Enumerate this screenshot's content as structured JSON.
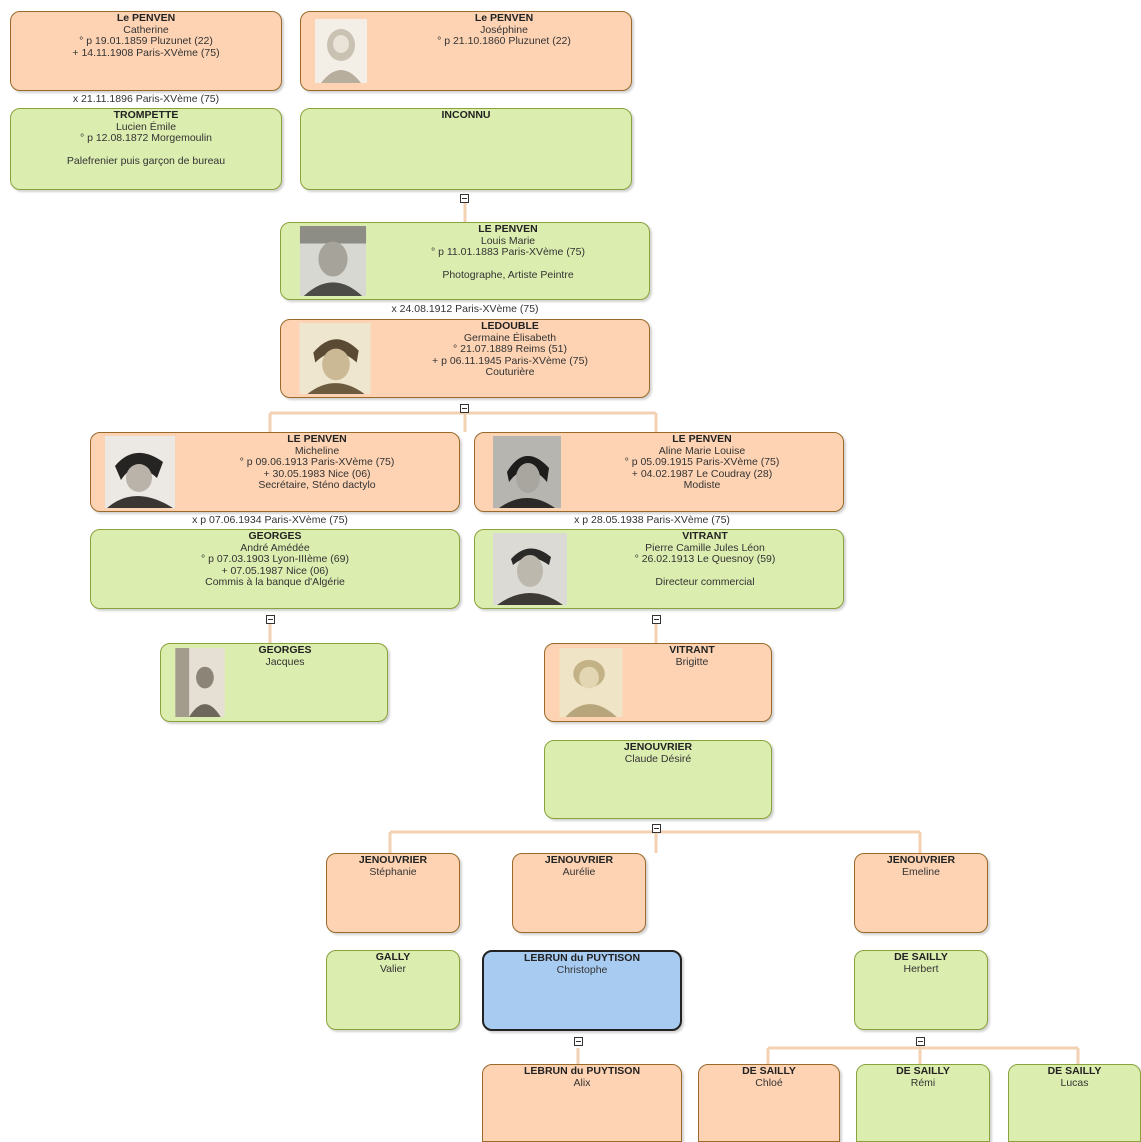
{
  "persons": [
    {
      "id": "catherine",
      "sex": "female",
      "surname": "Le PENVEN",
      "given": "Catherine",
      "details": [
        "° p 19.01.1859 Pluzunet (22)",
        "+ 14.11.1908 Paris-XVème (75)"
      ],
      "photo": false
    },
    {
      "id": "josephine",
      "sex": "female",
      "surname": "Le PENVEN",
      "given": "Joséphine",
      "details": [
        "° p 21.10.1860 Pluzunet (22)"
      ],
      "photo": true
    },
    {
      "id": "lucien",
      "sex": "male",
      "surname": "TROMPETTE",
      "given": "Lucien Émile",
      "details": [
        "° p 12.08.1872 Morgemoulin",
        "",
        "Palefrenier puis garçon de bureau"
      ],
      "photo": false
    },
    {
      "id": "inconnu",
      "sex": "male",
      "surname": "INCONNU",
      "given": "",
      "details": [],
      "photo": false
    },
    {
      "id": "louis",
      "sex": "male",
      "surname": "LE PENVEN",
      "given": "Louis Marie",
      "details": [
        "° p 11.01.1883 Paris-XVème (75)",
        "",
        "Photographe, Artiste Peintre"
      ],
      "photo": true
    },
    {
      "id": "germaine",
      "sex": "female",
      "surname": "LEDOUBLE",
      "given": "Germaine Élisabeth",
      "details": [
        "° 21.07.1889 Reims (51)",
        "+ p 06.11.1945 Paris-XVème (75)",
        "Couturière"
      ],
      "photo": true
    },
    {
      "id": "micheline",
      "sex": "female",
      "surname": "LE PENVEN",
      "given": "Micheline",
      "details": [
        "° p 09.06.1913 Paris-XVème (75)",
        "+ 30.05.1983 Nice (06)",
        "Secrétaire, Sténo dactylo"
      ],
      "photo": true
    },
    {
      "id": "aline",
      "sex": "female",
      "surname": "LE PENVEN",
      "given": "Aline Marie Louise",
      "details": [
        "° p 05.09.1915 Paris-XVème (75)",
        "+ 04.02.1987 Le Coudray (28)",
        "Modiste"
      ],
      "photo": true
    },
    {
      "id": "andre",
      "sex": "male",
      "surname": "GEORGES",
      "given": "André Amédée",
      "details": [
        "° p 07.03.1903 Lyon-IIIème (69)",
        "+ 07.05.1987 Nice (06)",
        "Commis à la banque d'Algérie"
      ],
      "photo": false
    },
    {
      "id": "pierre",
      "sex": "male",
      "surname": "VITRANT",
      "given": "Pierre Camille Jules Léon",
      "details": [
        "° 26.02.1913 Le Quesnoy (59)",
        "",
        "Directeur commercial"
      ],
      "photo": true
    },
    {
      "id": "jacques",
      "sex": "male",
      "surname": "GEORGES",
      "given": "Jacques",
      "details": [],
      "photo": true
    },
    {
      "id": "brigitte",
      "sex": "female",
      "surname": "VITRANT",
      "given": "Brigitte",
      "details": [],
      "photo": true
    },
    {
      "id": "claude",
      "sex": "male",
      "surname": "JENOUVRIER",
      "given": "Claude Désiré",
      "details": [],
      "photo": false
    },
    {
      "id": "stephanie",
      "sex": "female",
      "surname": "JENOUVRIER",
      "given": "Stéphanie",
      "details": [],
      "photo": false
    },
    {
      "id": "aurelie",
      "sex": "female",
      "surname": "JENOUVRIER",
      "given": "Aurélie",
      "details": [],
      "photo": false
    },
    {
      "id": "emeline",
      "sex": "female",
      "surname": "JENOUVRIER",
      "given": "Emeline",
      "details": [],
      "photo": false
    },
    {
      "id": "valier",
      "sex": "male",
      "surname": "GALLY",
      "given": "Valier",
      "details": [],
      "photo": false
    },
    {
      "id": "christophe",
      "sex": "selected",
      "surname": "LEBRUN du PUYTISON",
      "given": "Christophe",
      "details": [],
      "photo": false
    },
    {
      "id": "herbert",
      "sex": "male",
      "surname": "DE SAILLY",
      "given": "Herbert",
      "details": [],
      "photo": false
    },
    {
      "id": "alix",
      "sex": "female",
      "surname": "LEBRUN du PUYTISON",
      "given": "Alix",
      "details": [],
      "photo": false
    },
    {
      "id": "chloe",
      "sex": "female",
      "surname": "DE SAILLY",
      "given": "Chloé",
      "details": [],
      "photo": false
    },
    {
      "id": "remi",
      "sex": "male",
      "surname": "DE SAILLY",
      "given": "Rémi",
      "details": [],
      "photo": false
    },
    {
      "id": "lucas",
      "sex": "male",
      "surname": "DE SAILLY",
      "given": "Lucas",
      "details": [],
      "photo": false
    }
  ],
  "marriages": [
    {
      "id": "m-catherine-lucien",
      "text": "x 21.11.1896 Paris-XVème (75)"
    },
    {
      "id": "m-louis-germaine",
      "text": "x 24.08.1912 Paris-XVème (75)"
    },
    {
      "id": "m-micheline-andre",
      "text": "x p 07.06.1934 Paris-XVème (75)"
    },
    {
      "id": "m-aline-pierre",
      "text": "x p 28.05.1938 Paris-XVème (75)"
    }
  ],
  "collapse_toggles": [
    "inconnu-josephine",
    "louis-germaine",
    "micheline-andre",
    "aline-pierre",
    "brigitte-claude",
    "aurelie-christophe",
    "emeline-herbert"
  ]
}
